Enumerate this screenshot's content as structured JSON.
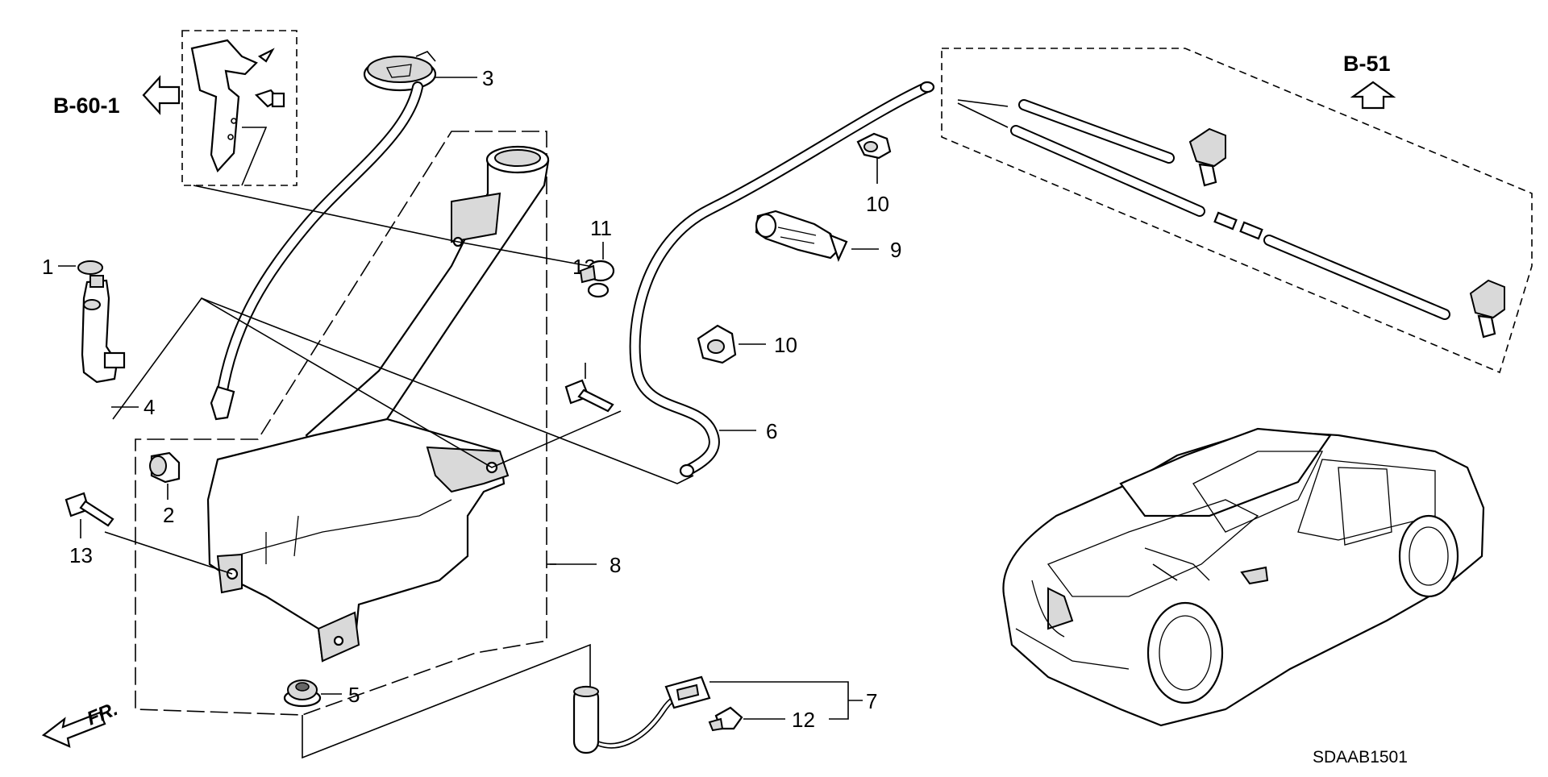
{
  "diagram": {
    "references": {
      "b60": "B-60-1",
      "b51": "B-51"
    },
    "callouts": {
      "c1": "1",
      "c2": "2",
      "c3": "3",
      "c4": "4",
      "c5": "5",
      "c6": "6",
      "c7": "7",
      "c8": "8",
      "c9": "9",
      "c10a": "10",
      "c10b": "10",
      "c11": "11",
      "c12": "12",
      "c13a": "13",
      "c13b": "13"
    },
    "front_marker": "FR.",
    "diagram_code": "SDAAB1501"
  }
}
